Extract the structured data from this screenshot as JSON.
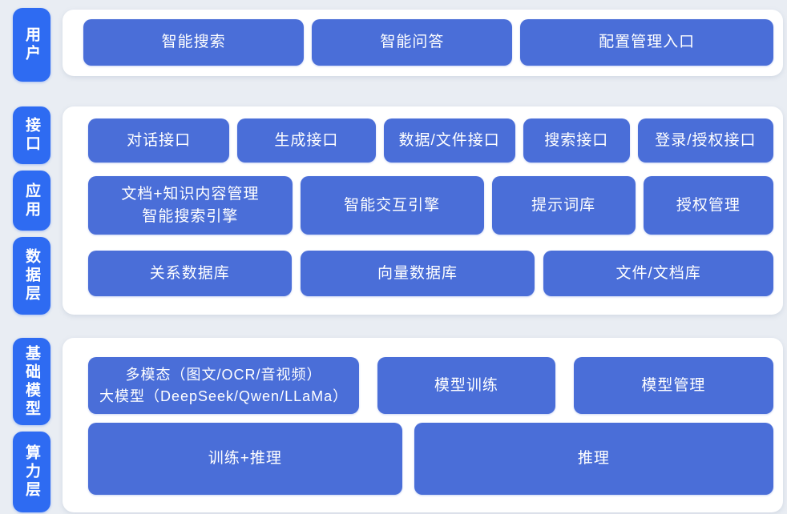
{
  "colors": {
    "background": "#e9edf3",
    "panel": "#ffffff",
    "badge_blue": "#2e6bf2",
    "box_blue": "#4a6ed8",
    "text": "#ffffff"
  },
  "sections": [
    {
      "badges": [
        {
          "label": "用户"
        }
      ],
      "rows": [
        {
          "buttons": [
            {
              "label": "智能搜索"
            },
            {
              "label": "智能问答"
            },
            {
              "label": "配置管理入口"
            }
          ]
        }
      ]
    },
    {
      "badges": [
        {
          "label": "接口"
        },
        {
          "label": "应用"
        },
        {
          "label": "数据层"
        }
      ],
      "rows": [
        {
          "buttons": [
            {
              "label": "对话接口"
            },
            {
              "label": "生成接口"
            },
            {
              "label": "数据/文件接口"
            },
            {
              "label": "搜索接口"
            },
            {
              "label": "登录/授权接口"
            }
          ]
        },
        {
          "buttons": [
            {
              "label": "文档+知识内容管理",
              "label2": "智能搜索引擎"
            },
            {
              "label": "智能交互引擎"
            },
            {
              "label": "提示词库"
            },
            {
              "label": "授权管理"
            }
          ]
        },
        {
          "buttons": [
            {
              "label": "关系数据库"
            },
            {
              "label": "向量数据库"
            },
            {
              "label": "文件/文档库"
            }
          ]
        }
      ]
    },
    {
      "badges": [
        {
          "label": "基础模型"
        },
        {
          "label": "算力层"
        }
      ],
      "rows": [
        {
          "buttons": [
            {
              "label": "多模态（图文/OCR/音视频）",
              "label2": "大模型（DeepSeek/Qwen/LLaMa）"
            },
            {
              "label": "模型训练"
            },
            {
              "label": "模型管理"
            }
          ]
        },
        {
          "buttons": [
            {
              "label": "训练+推理"
            },
            {
              "label": "推理"
            }
          ]
        }
      ]
    }
  ]
}
